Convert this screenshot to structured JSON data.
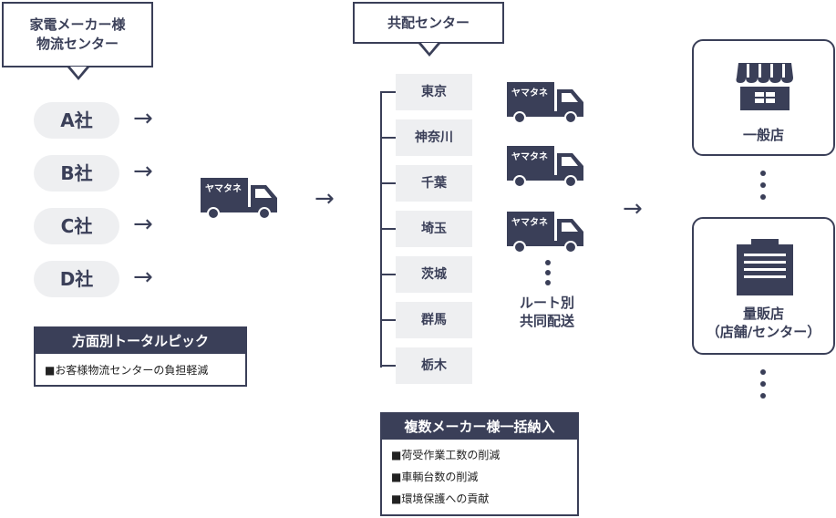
{
  "maker_center": {
    "line1": "家電メーカー様",
    "line2": "物流センター"
  },
  "companies": [
    "A社",
    "B社",
    "C社",
    "D社"
  ],
  "truck_label": "ヤマタネ",
  "pick_box": {
    "title": "方面別トータルピック",
    "items": [
      "■お客様物流センターの負担軽減"
    ]
  },
  "joint_center": {
    "title": "共配センター"
  },
  "regions": [
    "東京",
    "神奈川",
    "千葉",
    "埼玉",
    "茨城",
    "群馬",
    "栃木"
  ],
  "route_label": {
    "line1": "ルート別",
    "line2": "共同配送"
  },
  "delivery_box": {
    "title": "複数メーカー様一括納入",
    "items": [
      "■荷受作業工数の削減",
      "■車輌台数の削減",
      "■環境保護への貢献"
    ]
  },
  "stores": {
    "general": "一般店",
    "mass_line1": "量販店",
    "mass_line2": "（店舗/センター）"
  },
  "colors": {
    "navy": "#3a3f58",
    "light_gray": "#eeeff1"
  }
}
